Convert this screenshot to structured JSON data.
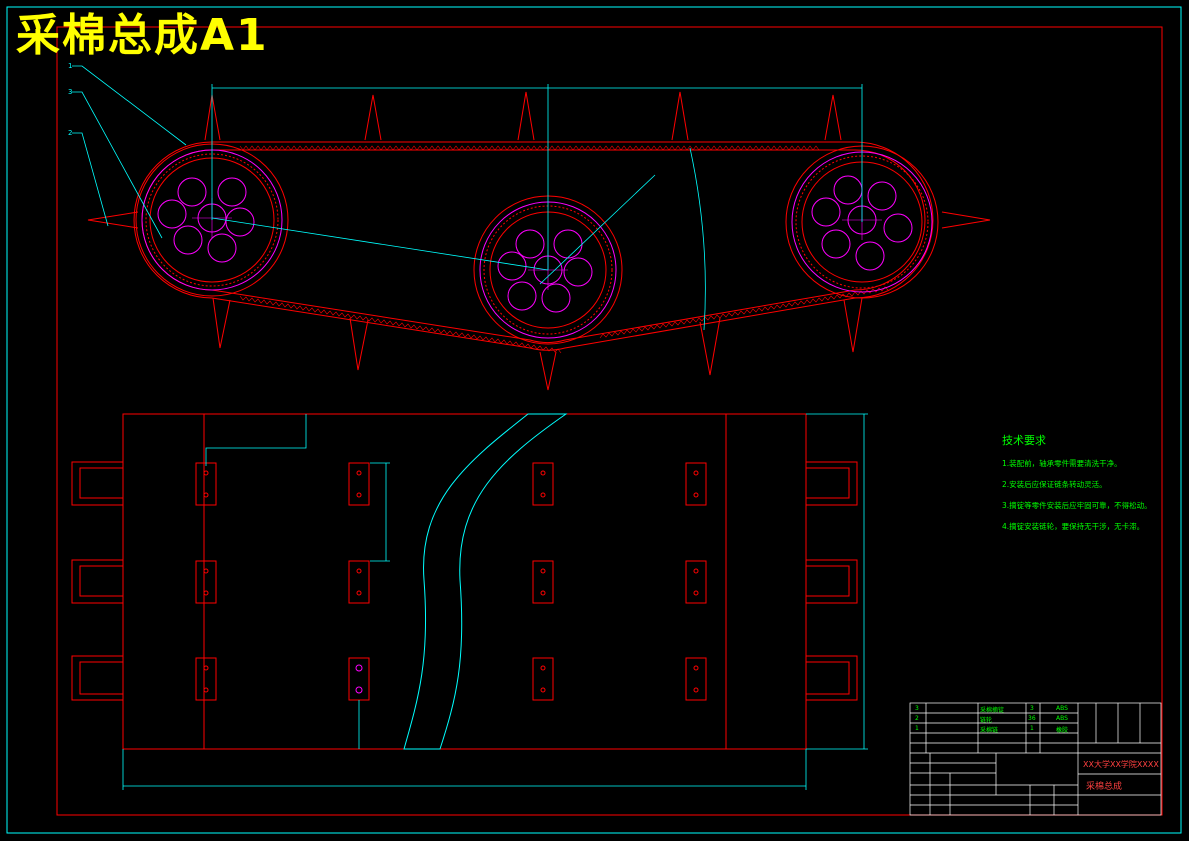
{
  "drawing": {
    "title": "采棉总成A1"
  },
  "balloons": [
    "1",
    "3",
    "2"
  ],
  "technical_requirements": {
    "heading": "技术要求",
    "items": [
      "1.装配前，轴承零件需要清洗干净。",
      "2.安装后应保证链条转动灵活。",
      "3.摘锭等零件安装后应牢固可靠，不得松动。",
      "4.摘锭安装链轮，要保持无干涉，无卡滞。"
    ]
  },
  "title_block": {
    "parts": [
      {
        "no": "3",
        "name": "采棉摘锭",
        "qty": "3",
        "material": "ABS"
      },
      {
        "no": "2",
        "name": "链轮",
        "qty": "36",
        "material": "ABS"
      },
      {
        "no": "1",
        "name": "采棉链",
        "qty": "1",
        "material": "橡胶"
      }
    ],
    "school": "XX大学XX学院XXXX",
    "drawing_name": "采棉总成"
  },
  "colors": {
    "border": "#ff0000",
    "frame": "#00ffff",
    "parts": "#ff0000",
    "dimensions": "#00ffff",
    "holes": "#ff00ff",
    "title": "#ffff00",
    "notes": "#00ff00"
  }
}
